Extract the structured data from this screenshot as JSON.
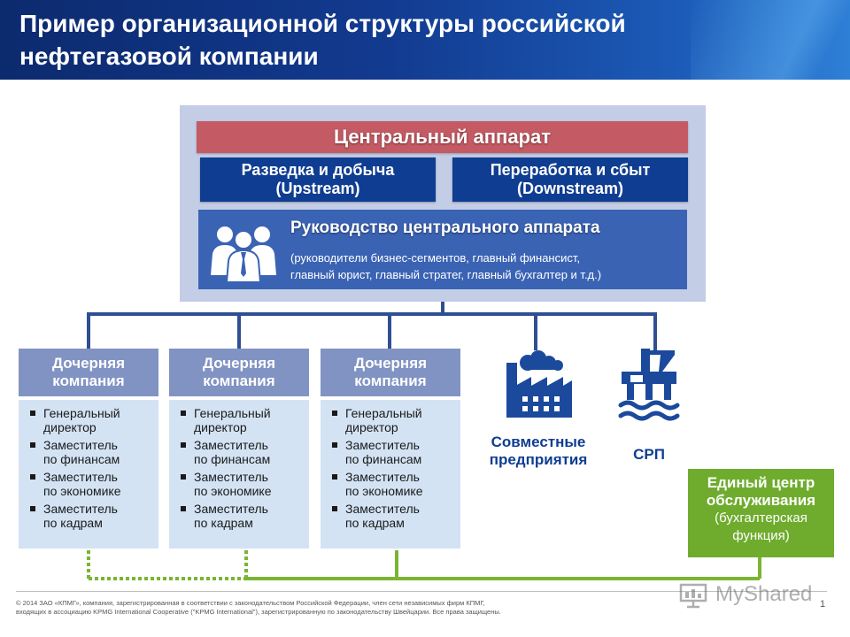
{
  "header": {
    "title_line1": "Пример организационной структуры российской",
    "title_line2": "нефтегазовой компании"
  },
  "central": {
    "title": "Центральный аппарат",
    "segments": [
      {
        "line1": "Разведка и добыча",
        "line2": "(Upstream)"
      },
      {
        "line1": "Переработка и сбыт",
        "line2": "(Downstream)"
      }
    ],
    "management": {
      "title": "Руководство центрального аппарата",
      "desc_line1": "(руководители бизнес-сегментов, главный финансист,",
      "desc_line2": "главный юрист, главный стратег, главный бухгалтер и т.д.)",
      "icon": "people-group-icon"
    }
  },
  "subsidiaries": [
    {
      "title_line1": "Дочерняя",
      "title_line2": "компания",
      "items": [
        {
          "l1": "Генеральный",
          "l2": "директор"
        },
        {
          "l1": "Заместитель",
          "l2": "по финансам"
        },
        {
          "l1": "Заместитель",
          "l2": "по экономике"
        },
        {
          "l1": "Заместитель",
          "l2": "по кадрам"
        }
      ]
    },
    {
      "title_line1": "Дочерняя",
      "title_line2": "компания",
      "items": [
        {
          "l1": "Генеральный",
          "l2": "директор"
        },
        {
          "l1": "Заместитель",
          "l2": "по финансам"
        },
        {
          "l1": "Заместитель",
          "l2": "по экономике"
        },
        {
          "l1": "Заместитель",
          "l2": "по кадрам"
        }
      ]
    },
    {
      "title_line1": "Дочерняя",
      "title_line2": "компания",
      "items": [
        {
          "l1": "Генеральный",
          "l2": "директор"
        },
        {
          "l1": "Заместитель",
          "l2": "по финансам"
        },
        {
          "l1": "Заместитель",
          "l2": "по экономике"
        },
        {
          "l1": "Заместитель",
          "l2": "по кадрам"
        }
      ]
    }
  ],
  "joint_ventures": {
    "line1": "Совместные",
    "line2": "предприятия",
    "icon": "factory-icon"
  },
  "psa": {
    "label": "СРП",
    "icon": "oil-platform-icon"
  },
  "service_center": {
    "line1": "Единый центр",
    "line2": "обслуживания",
    "line3": "(бухгалтерская",
    "line4": "функция)"
  },
  "footer": {
    "line1": "© 2014 ЗАО «КПМГ», компания, зарегистрированная в соответствии с законодательством Российской Федерации, член сети независимых фирм КПМГ,",
    "line2": "входящих в ассоциацию KPMG International Cooperative (\"KPMG International\"), зарегистрированную по законодательству Швейцарии. Все права защищены.",
    "page_number": "1"
  },
  "watermark": {
    "text": "MyShared"
  },
  "colors": {
    "header_dark": "#0c2a6e",
    "central_bar": "#c45a63",
    "segment_blue": "#0f3d91",
    "management_blue": "#3a63b4",
    "connector_blue": "#2f4f93",
    "subsidiary_head": "#8193c3",
    "subsidiary_body": "#d3e3f4",
    "service_green": "#6fac2e"
  }
}
